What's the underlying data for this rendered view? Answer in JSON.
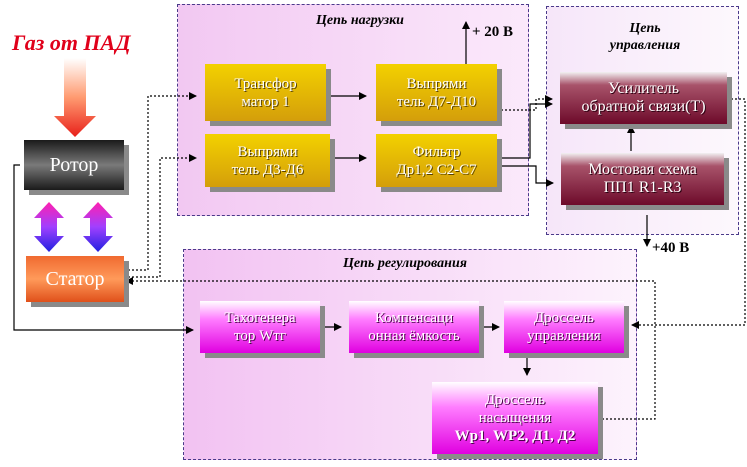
{
  "gas_label": "Газ от ПАД",
  "rotor": "Ротор",
  "stator": "Статор",
  "load_circuit": {
    "title": "Цепь нагрузки",
    "transformer": [
      "Трансфор",
      "матор 1"
    ],
    "rectifier_top": [
      "Выпрями",
      "тель Д7-Д10"
    ],
    "rectifier_bottom": [
      "Выпрями",
      "тель Д3-Д6"
    ],
    "filter": [
      "Фильтр",
      "Др1,2 С2-С7"
    ],
    "voltage": "+ 20 В"
  },
  "control_circuit": {
    "title": [
      "Цепь",
      "управления"
    ],
    "amplifier": [
      "Усилитель",
      "обратной связи(Т)"
    ],
    "bridge": [
      "Мостовая схема",
      "ПП1 R1-R3"
    ],
    "voltage": "+40 В"
  },
  "regulation_circuit": {
    "title": "Цепь регулирования",
    "tachogenerator": [
      "Тахогенера",
      "тор Wтг"
    ],
    "compensation": [
      "Компенсаци",
      "онная ёмкость"
    ],
    "control_choke": [
      "Дроссель",
      "управления"
    ],
    "saturation_choke": [
      "Дроссель",
      "насыщения",
      "Wр1, WР2, Д1, Д2"
    ]
  }
}
